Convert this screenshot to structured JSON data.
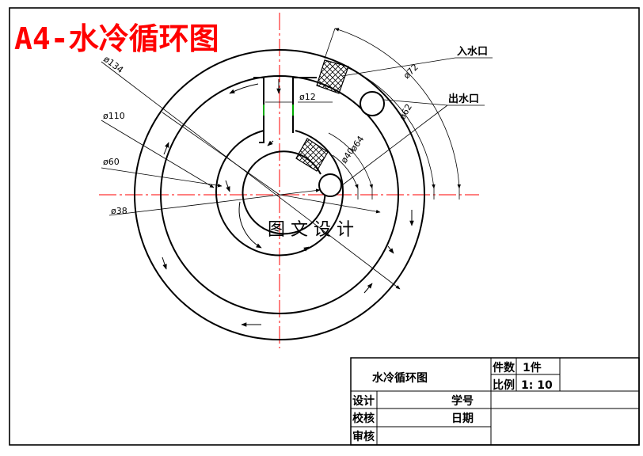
{
  "sheet_title": "A4-水冷循环图",
  "watermark": "图 文 设 计",
  "callouts": {
    "inlet": "入水口",
    "outlet": "出水口"
  },
  "dimensions": {
    "d134": "ø134",
    "d110": "ø110",
    "d60": "ø60",
    "d38": "ø38",
    "d12": "ø12",
    "d72": "ø72",
    "d62": "ø62",
    "d64": "ø64",
    "d40": "ø40"
  },
  "title_block": {
    "drawing_name": "水冷循环图",
    "qty_label": "件数",
    "qty_value": "1件",
    "scale_label": "比例",
    "scale_value": "1: 10",
    "design_label": "设计",
    "student_no_label": "学号",
    "check_label": "校核",
    "date_label": "日期",
    "review_label": "审核"
  },
  "colors": {
    "line": "#000000",
    "center_line": "#ff0000",
    "title": "#ff0000",
    "leader_accent": "#00aa00"
  }
}
